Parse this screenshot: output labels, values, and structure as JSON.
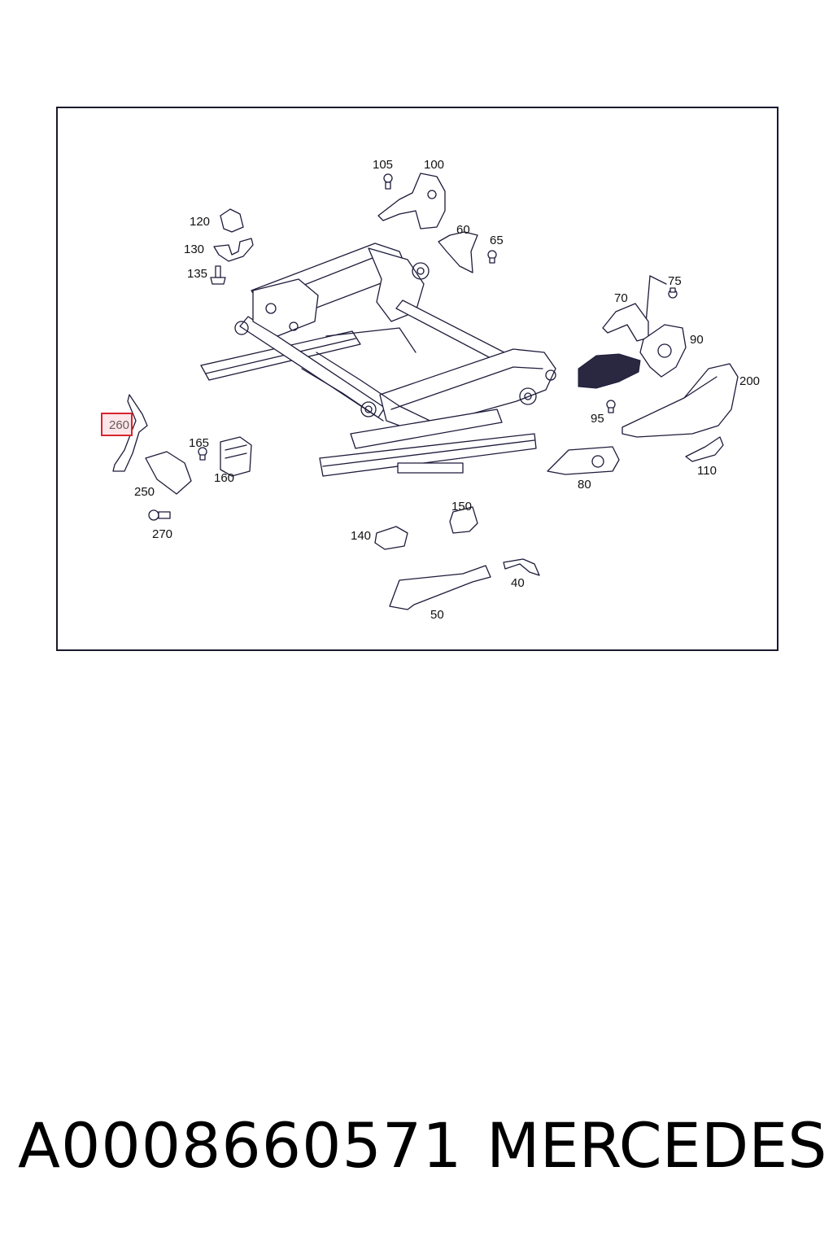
{
  "diagram": {
    "highlighted_part": "260",
    "parts": [
      {
        "id": "100",
        "label": "100"
      },
      {
        "id": "105",
        "label": "105"
      },
      {
        "id": "120",
        "label": "120"
      },
      {
        "id": "130",
        "label": "130"
      },
      {
        "id": "135",
        "label": "135"
      },
      {
        "id": "60",
        "label": "60"
      },
      {
        "id": "65",
        "label": "65"
      },
      {
        "id": "75",
        "label": "75"
      },
      {
        "id": "70",
        "label": "70"
      },
      {
        "id": "90",
        "label": "90"
      },
      {
        "id": "200",
        "label": "200"
      },
      {
        "id": "95",
        "label": "95"
      },
      {
        "id": "260",
        "label": "260"
      },
      {
        "id": "165",
        "label": "165"
      },
      {
        "id": "160",
        "label": "160"
      },
      {
        "id": "250",
        "label": "250"
      },
      {
        "id": "270",
        "label": "270"
      },
      {
        "id": "80",
        "label": "80"
      },
      {
        "id": "110",
        "label": "110"
      },
      {
        "id": "150",
        "label": "150"
      },
      {
        "id": "140",
        "label": "140"
      },
      {
        "id": "40",
        "label": "40"
      },
      {
        "id": "50",
        "label": "50"
      }
    ]
  },
  "caption": {
    "part_number": "A0008660571",
    "brand": "MERCEDES"
  }
}
